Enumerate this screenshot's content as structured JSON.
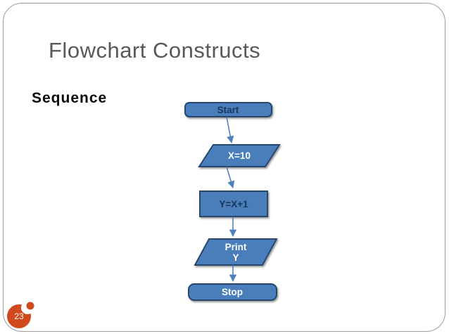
{
  "colors": {
    "shape-fill": "#4a7ebb",
    "shape-border": "#25466e",
    "arrow": "#4f81bd",
    "title": "#595959",
    "section": "#0a0a0a",
    "page-badge": "#d1491f",
    "frame-border": "#9e9e9e",
    "shape-text-dark": "#17375e",
    "shape-text-light": "#ffffff"
  },
  "slide": {
    "title": "Flowchart Constructs",
    "section_label": "Sequence",
    "page_number": "23"
  },
  "flowchart": {
    "nodes": [
      {
        "type": "terminator",
        "label": "Start"
      },
      {
        "type": "input-output",
        "label": "X=10"
      },
      {
        "type": "process",
        "label": "Y=X+1"
      },
      {
        "type": "input-output",
        "label_line1": "Print",
        "label_line2": "Y"
      },
      {
        "type": "terminator",
        "label": "Stop"
      }
    ],
    "edges": [
      {
        "from": "Start",
        "to": "X=10"
      },
      {
        "from": "X=10",
        "to": "Y=X+1"
      },
      {
        "from": "Y=X+1",
        "to": "Print Y"
      },
      {
        "from": "Print Y",
        "to": "Stop"
      }
    ]
  }
}
